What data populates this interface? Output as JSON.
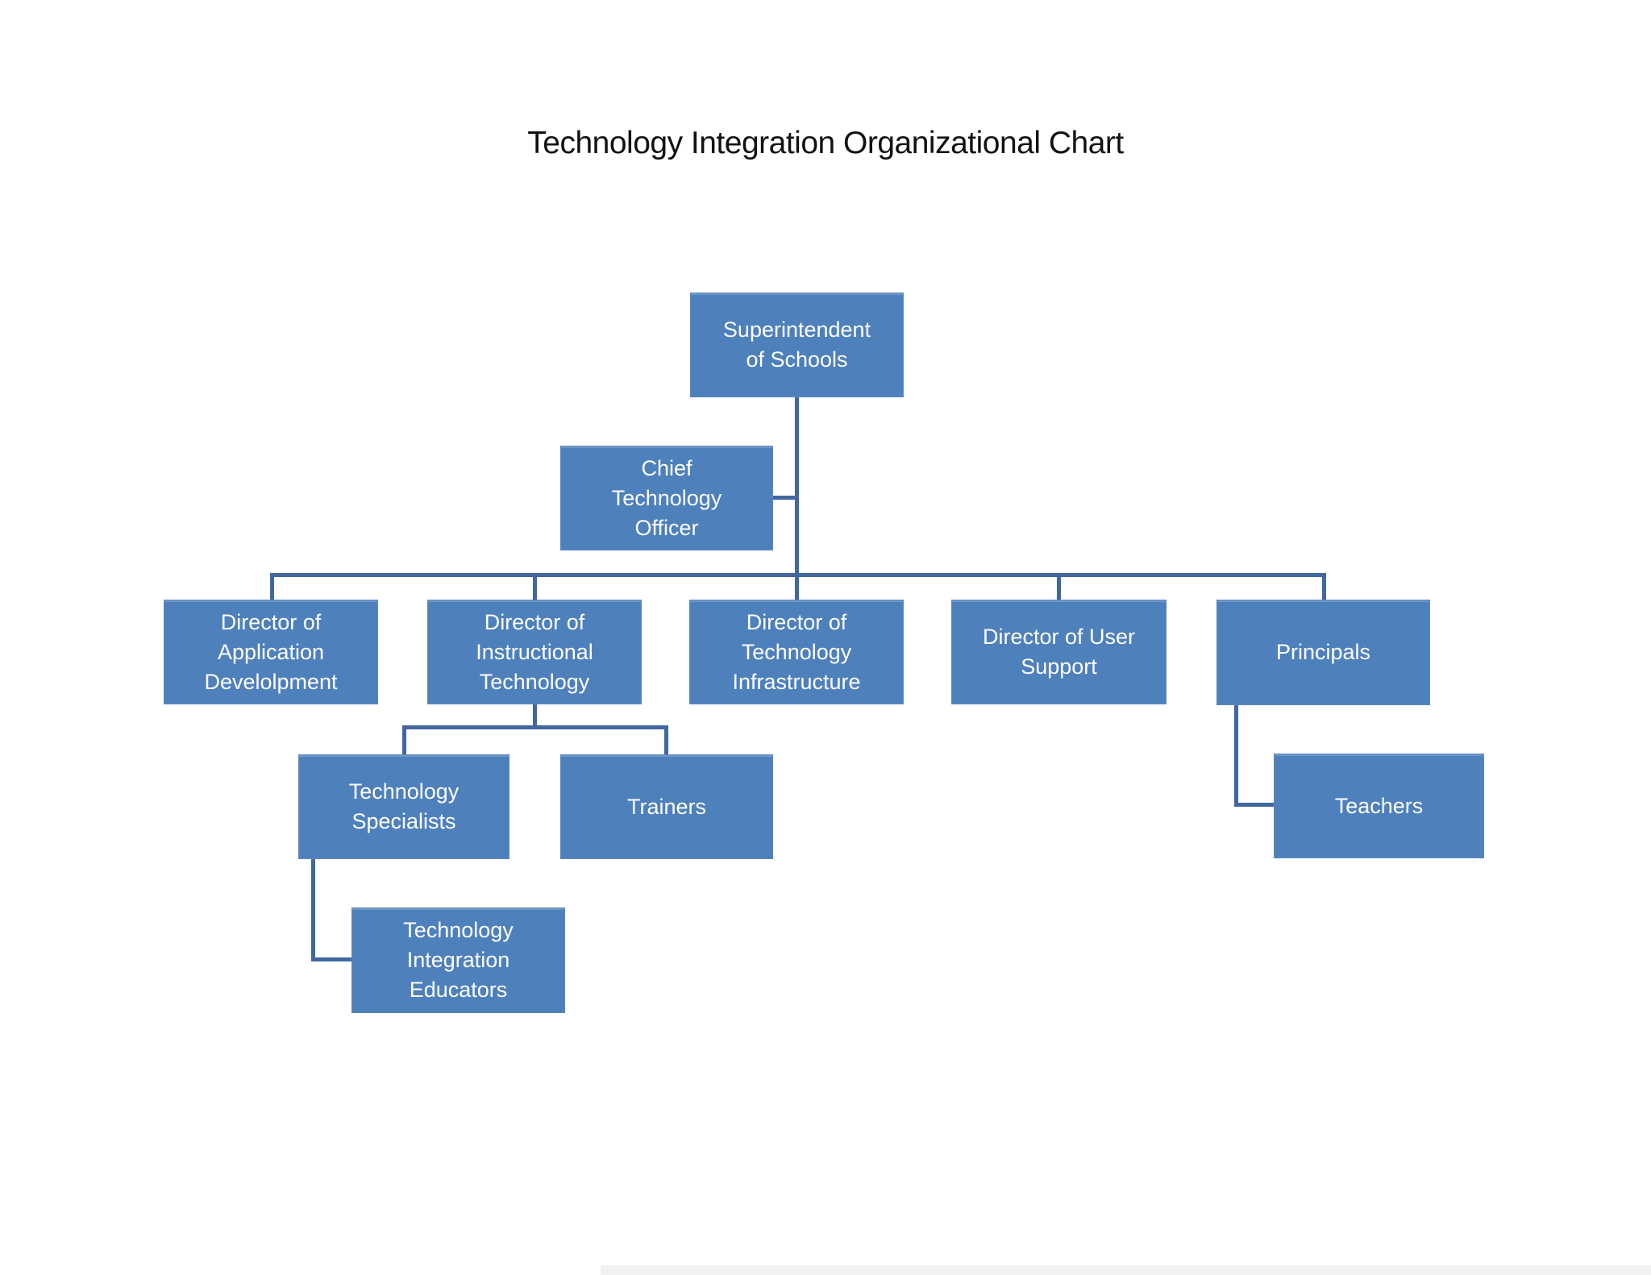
{
  "page": {
    "title": "Technology Integration Organizational Chart"
  },
  "org": {
    "nodes": {
      "superintendent": {
        "label": "Superintendent\nof Schools",
        "reports_to": null
      },
      "cto": {
        "label": "Chief\nTechnology\nOfficer",
        "reports_to": "superintendent",
        "attachment": "assistant"
      },
      "dir_app": {
        "label": "Director of\nApplication\nDevelolpment",
        "reports_to": "superintendent"
      },
      "dir_instr": {
        "label": "Director of\nInstructional\nTechnology",
        "reports_to": "superintendent"
      },
      "dir_infra": {
        "label": "Director of\nTechnology\nInfrastructure",
        "reports_to": "superintendent"
      },
      "dir_user": {
        "label": "Director of User\nSupport",
        "reports_to": "superintendent"
      },
      "principals": {
        "label": "Principals",
        "reports_to": "superintendent"
      },
      "tech_spec": {
        "label": "Technology\nSpecialists",
        "reports_to": "dir_instr"
      },
      "trainers": {
        "label": "Trainers",
        "reports_to": "dir_instr"
      },
      "tie": {
        "label": "Technology\nIntegration\nEducators",
        "reports_to": "tech_spec"
      },
      "teachers": {
        "label": "Teachers",
        "reports_to": "principals"
      }
    }
  },
  "colors": {
    "background": "#ffffff",
    "box_fill": "#4e80bc",
    "box_border": "#5d87bf",
    "box_text": "#ffffff",
    "connector": "#41679e",
    "title_text": "#121212"
  }
}
